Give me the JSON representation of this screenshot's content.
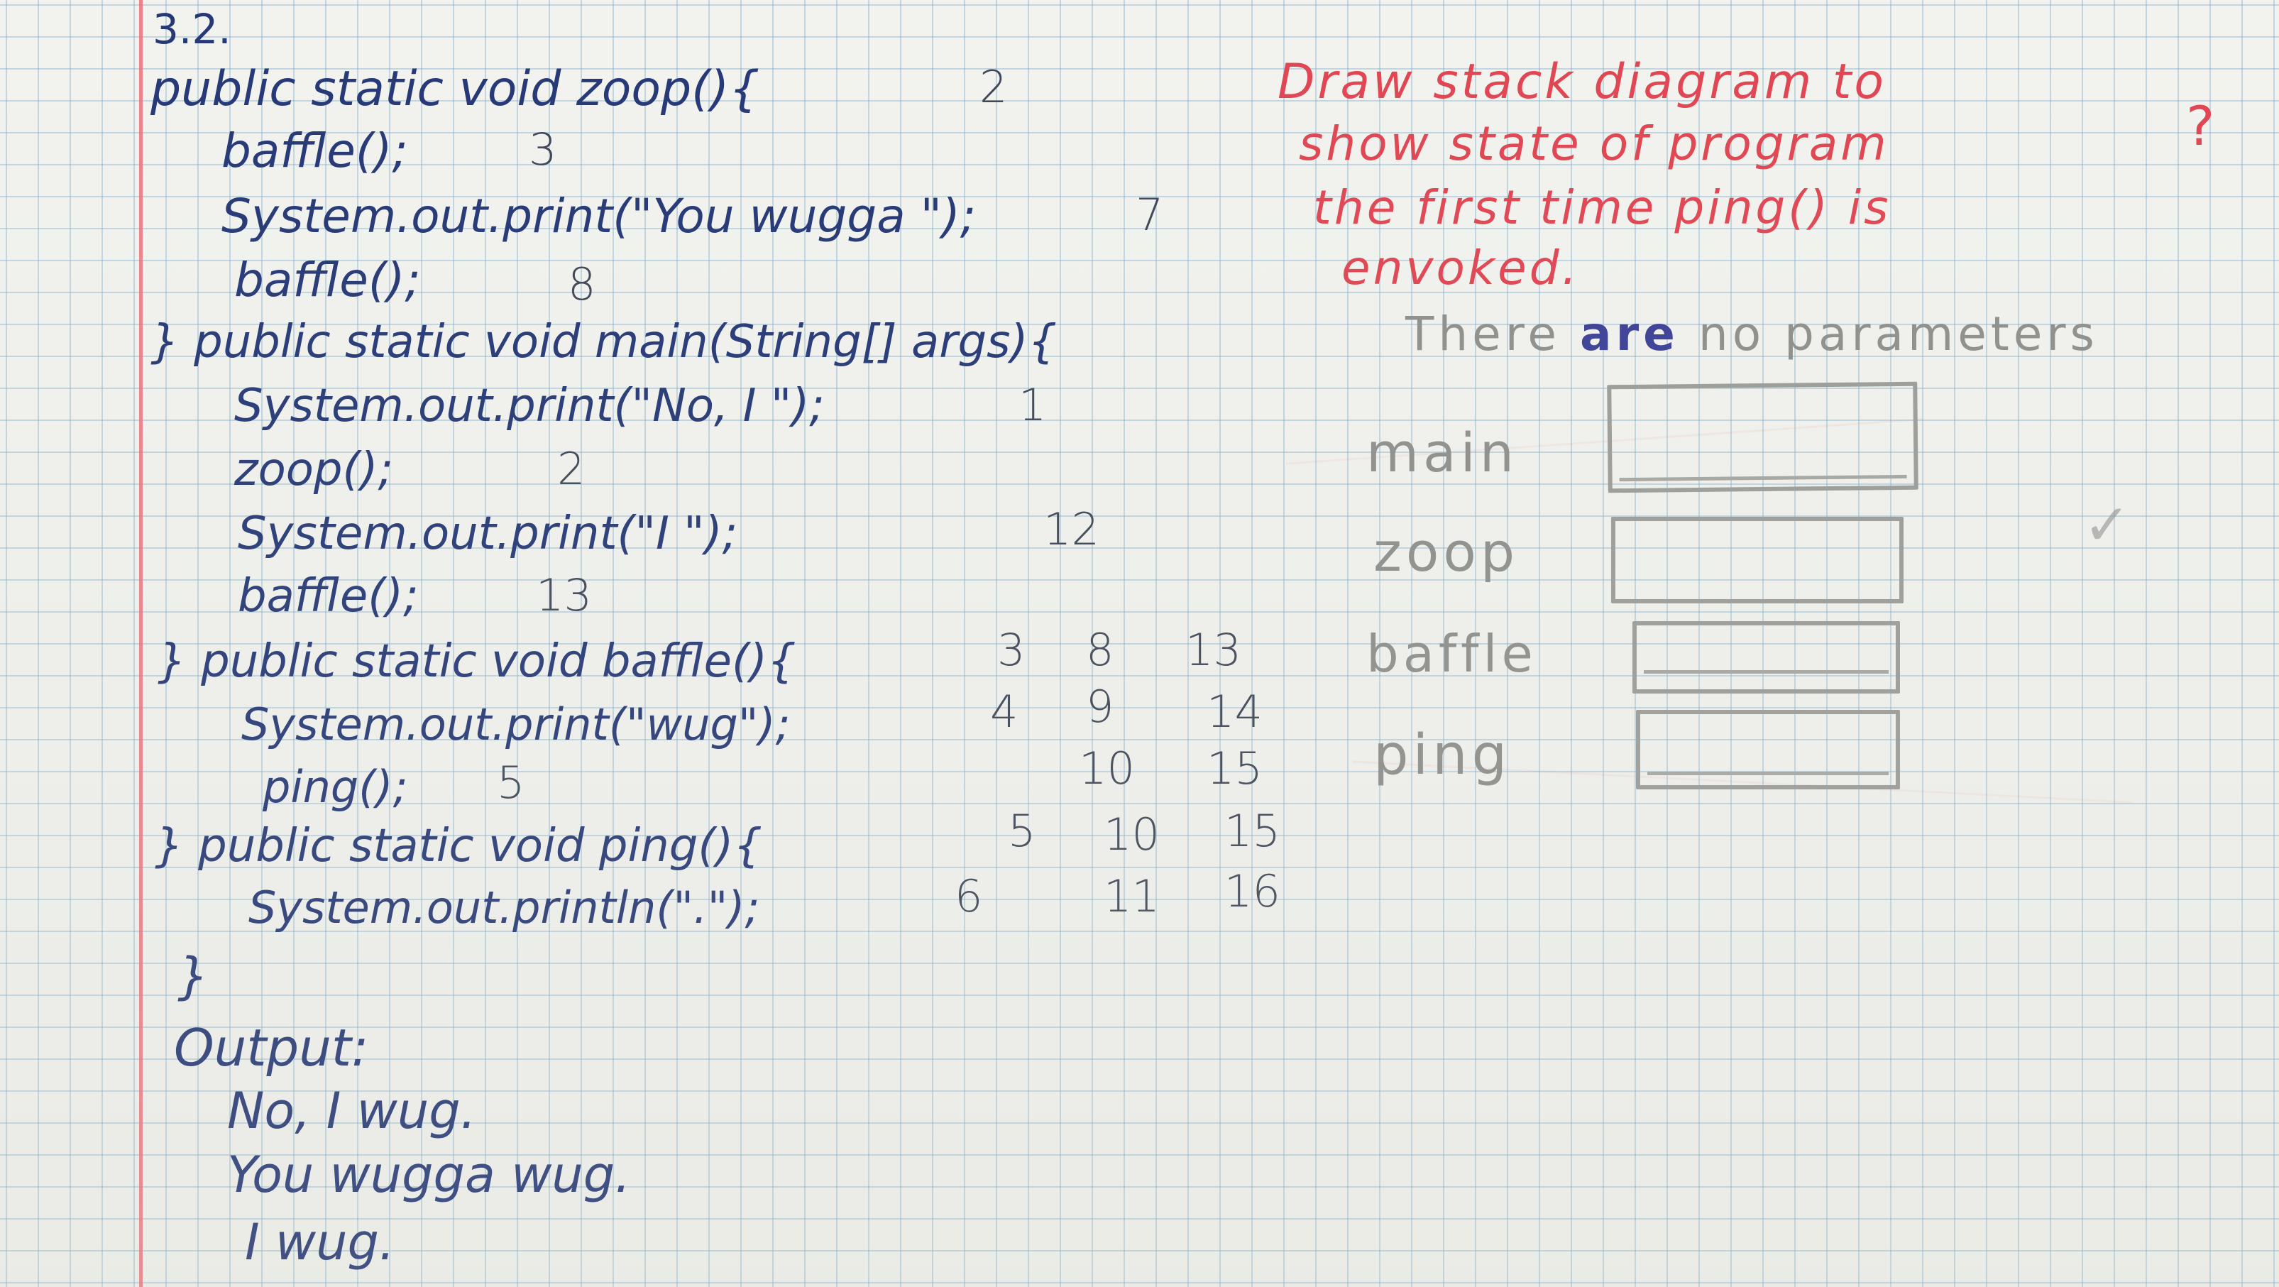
{
  "section": "3.2.",
  "code": {
    "zoop": {
      "header": "public static void zoop(){",
      "body": [
        "baffle();",
        "System.out.print(\"You wugga \");",
        "baffle();"
      ]
    },
    "main": {
      "header": "} public static void main(String[] args){",
      "body": [
        "System.out.print(\"No, I \");",
        "zoop();",
        "System.out.print(\"I \");",
        "baffle();"
      ]
    },
    "baffle": {
      "header": "} public static void baffle(){",
      "body": [
        "System.out.print(\"wug\");",
        "ping();"
      ]
    },
    "ping": {
      "header": "} public static void ping(){",
      "body": [
        "System.out.println(\".\");"
      ]
    },
    "closing": "}"
  },
  "step_numbers": {
    "zoop_header": "2",
    "zoop_baffle1": "3",
    "zoop_print": "7",
    "zoop_baffle2": "8",
    "main_print1": "1",
    "main_zoop": "2",
    "main_print2": "12",
    "main_baffle": "13",
    "baffle_header": [
      "3",
      "8",
      "13"
    ],
    "baffle_print": [
      "4",
      "9",
      "14"
    ],
    "baffle_ping": [
      "5",
      "10",
      "15"
    ],
    "ping_header": [
      "5",
      "10",
      "15"
    ],
    "ping_println": [
      "6",
      "11",
      "16"
    ]
  },
  "output": {
    "label": "Output:",
    "lines": [
      "No, I wug.",
      "You wugga wug.",
      "I wug."
    ]
  },
  "question": {
    "lines": [
      "Draw stack diagram to",
      "show state of program",
      "the first time ping() is",
      "envoked."
    ],
    "mark": "?"
  },
  "note": {
    "before": "There ",
    "emphasis": "are",
    "after": " no parameters"
  },
  "stack_diagram": {
    "frames": [
      "main",
      "zoop",
      "baffle",
      "ping"
    ]
  },
  "colors": {
    "ink_blue": "#253876",
    "ink_red": "#e14552",
    "pencil": "#8e8f8c",
    "margin_line": "#ec6f7b",
    "paper": "#f2f3ef",
    "grid": "#78aacd"
  }
}
